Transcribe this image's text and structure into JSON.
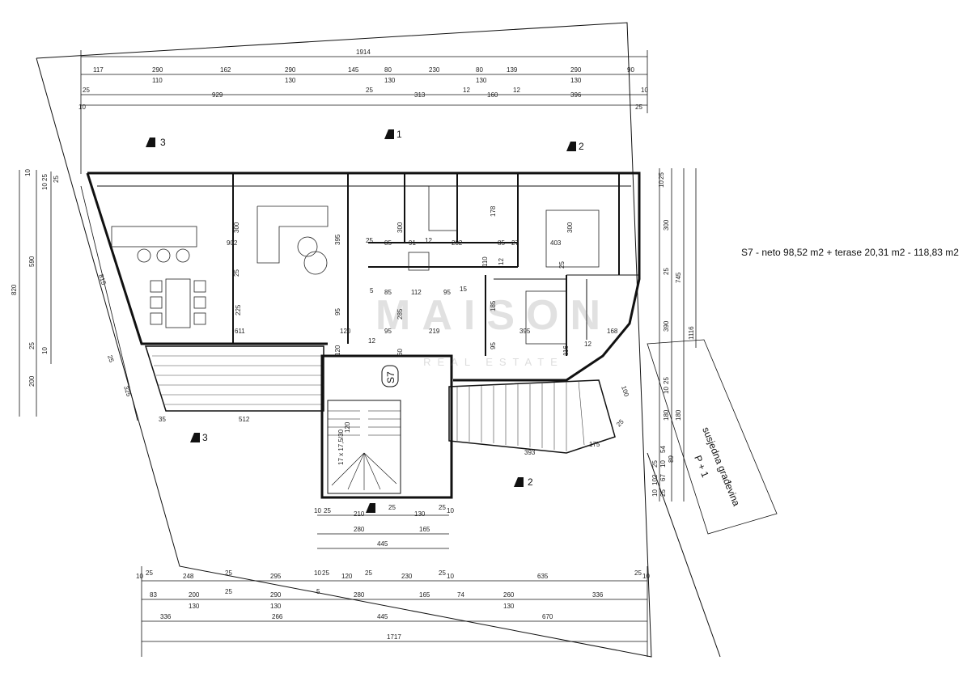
{
  "summary": "S7 - neto 98,52 m2 + terase 20,31 m2 - 118,83 m2",
  "unit_tag": "S7",
  "neighbor_label": "susjedna građevina",
  "neighbor_floors": "P + 1",
  "watermark": {
    "brand": "MAISON",
    "sub": "REAL ESTATE"
  },
  "section_marks": [
    "3",
    "1",
    "2",
    "3",
    "2"
  ],
  "top_dims": {
    "overall": "1914",
    "row1": [
      "117",
      "290",
      "162",
      "290",
      "145",
      "80",
      "230",
      "80",
      "139",
      "290",
      "90"
    ],
    "row1_sub": [
      "110",
      "130",
      "130",
      "130",
      "130"
    ],
    "row2": [
      "25",
      "929",
      "25",
      "313",
      "12",
      "160",
      "12",
      "396",
      "10"
    ],
    "row3": [
      "10",
      "25"
    ]
  },
  "interior_dims": [
    "300",
    "395",
    "300",
    "178",
    "300",
    "902",
    "25",
    "85",
    "91",
    "12",
    "202",
    "85",
    "27",
    "403",
    "25",
    "110",
    "12",
    "25",
    "5",
    "85",
    "112",
    "95",
    "15",
    "225",
    "95",
    "185",
    "285",
    "120",
    "95",
    "219",
    "395",
    "168",
    "611",
    "120",
    "12",
    "95",
    "116",
    "12",
    "60",
    "120"
  ],
  "left_dims": [
    "10",
    "25",
    "10",
    "25",
    "820",
    "590",
    "815",
    "25",
    "10",
    "200",
    "25",
    "325",
    "35",
    "512"
  ],
  "right_dims": [
    "25",
    "10",
    "300",
    "25",
    "745",
    "1116",
    "390",
    "25",
    "10",
    "180",
    "180",
    "54",
    "25",
    "10",
    "89",
    "102",
    "67",
    "10",
    "25",
    "100",
    "25",
    "175",
    "393"
  ],
  "stair_dims": {
    "row1": [
      "10",
      "25",
      "210",
      "25",
      "130",
      "25",
      "10"
    ],
    "row2": [
      "280",
      "165"
    ],
    "row3": [
      "445"
    ],
    "risers": [
      "17 x 17,5/30"
    ]
  },
  "bottom_dims": {
    "row1": [
      "10",
      "25",
      "248",
      "25",
      "295",
      "10",
      "25",
      "120",
      "25",
      "230",
      "25",
      "10",
      "635",
      "25",
      "10"
    ],
    "row2": [
      "83",
      "200",
      "25",
      "290",
      "5",
      "280",
      "165",
      "74",
      "260",
      "336"
    ],
    "row2_sub": [
      "130",
      "130",
      "130"
    ],
    "row3": [
      "336",
      "266",
      "445",
      "670"
    ],
    "overall": "1717"
  }
}
